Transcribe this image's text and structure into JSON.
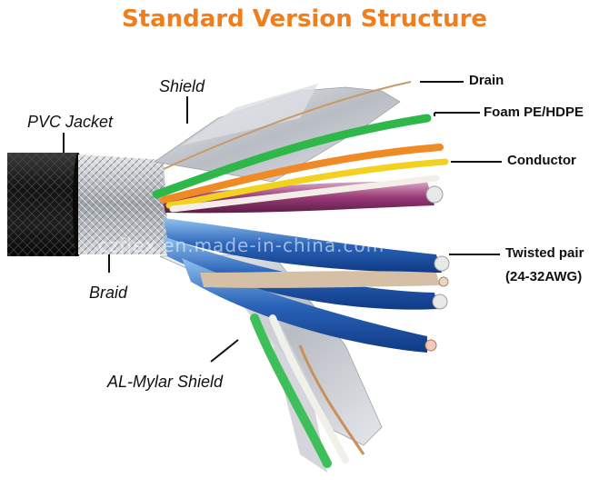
{
  "title": "Standard Version Structure",
  "watermark": "czflex.en.made-in-china.com",
  "labels": {
    "pvc_jacket": "PVC Jacket",
    "shield": "Shield",
    "braid": "Braid",
    "al_mylar_shield": "AL-Mylar Shield",
    "drain": "Drain",
    "foam": "Foam PE/HDPE",
    "conductor": "Conductor",
    "twisted_pair": "Twisted pair",
    "awg": "(24-32AWG)"
  },
  "colors": {
    "title": "#f07d1e",
    "jacket": "#151515",
    "green_wire": "#2fb84a",
    "orange_wire": "#f08a24",
    "yellow_wire": "#f2d21e",
    "blue_pair": "#2a63b8",
    "magenta_pair": "#9a3a78",
    "foil": "#c9ccd2"
  }
}
